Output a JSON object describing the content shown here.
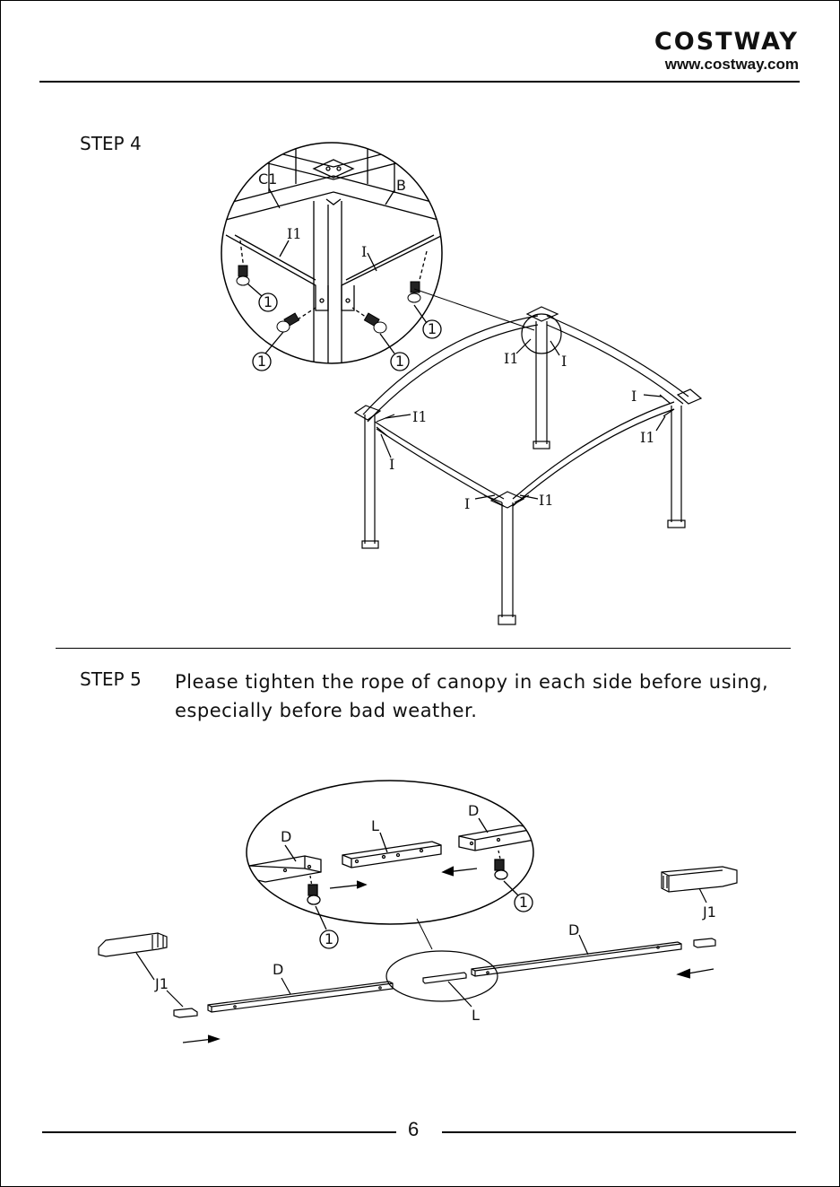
{
  "header": {
    "brand": "COSTWAY",
    "url": "www.costway.com"
  },
  "step4": {
    "label": "STEP 4",
    "callout_labels": [
      "C1",
      "B",
      "I1",
      "I"
    ],
    "part_labels": [
      "I1",
      "I",
      "I",
      "I1",
      "I1",
      "I",
      "I",
      "I1"
    ],
    "screw_qty": "1"
  },
  "step5": {
    "label": "STEP 5",
    "text_line1": "Please tighten the rope of canopy in each side before using,",
    "text_line2": "especially before bad weather.",
    "callout_labels": [
      "D",
      "L",
      "D"
    ],
    "part_labels": [
      "J1",
      "D",
      "L",
      "D",
      "J1"
    ],
    "screw_qty": "1"
  },
  "footer": {
    "page_number": "6"
  }
}
